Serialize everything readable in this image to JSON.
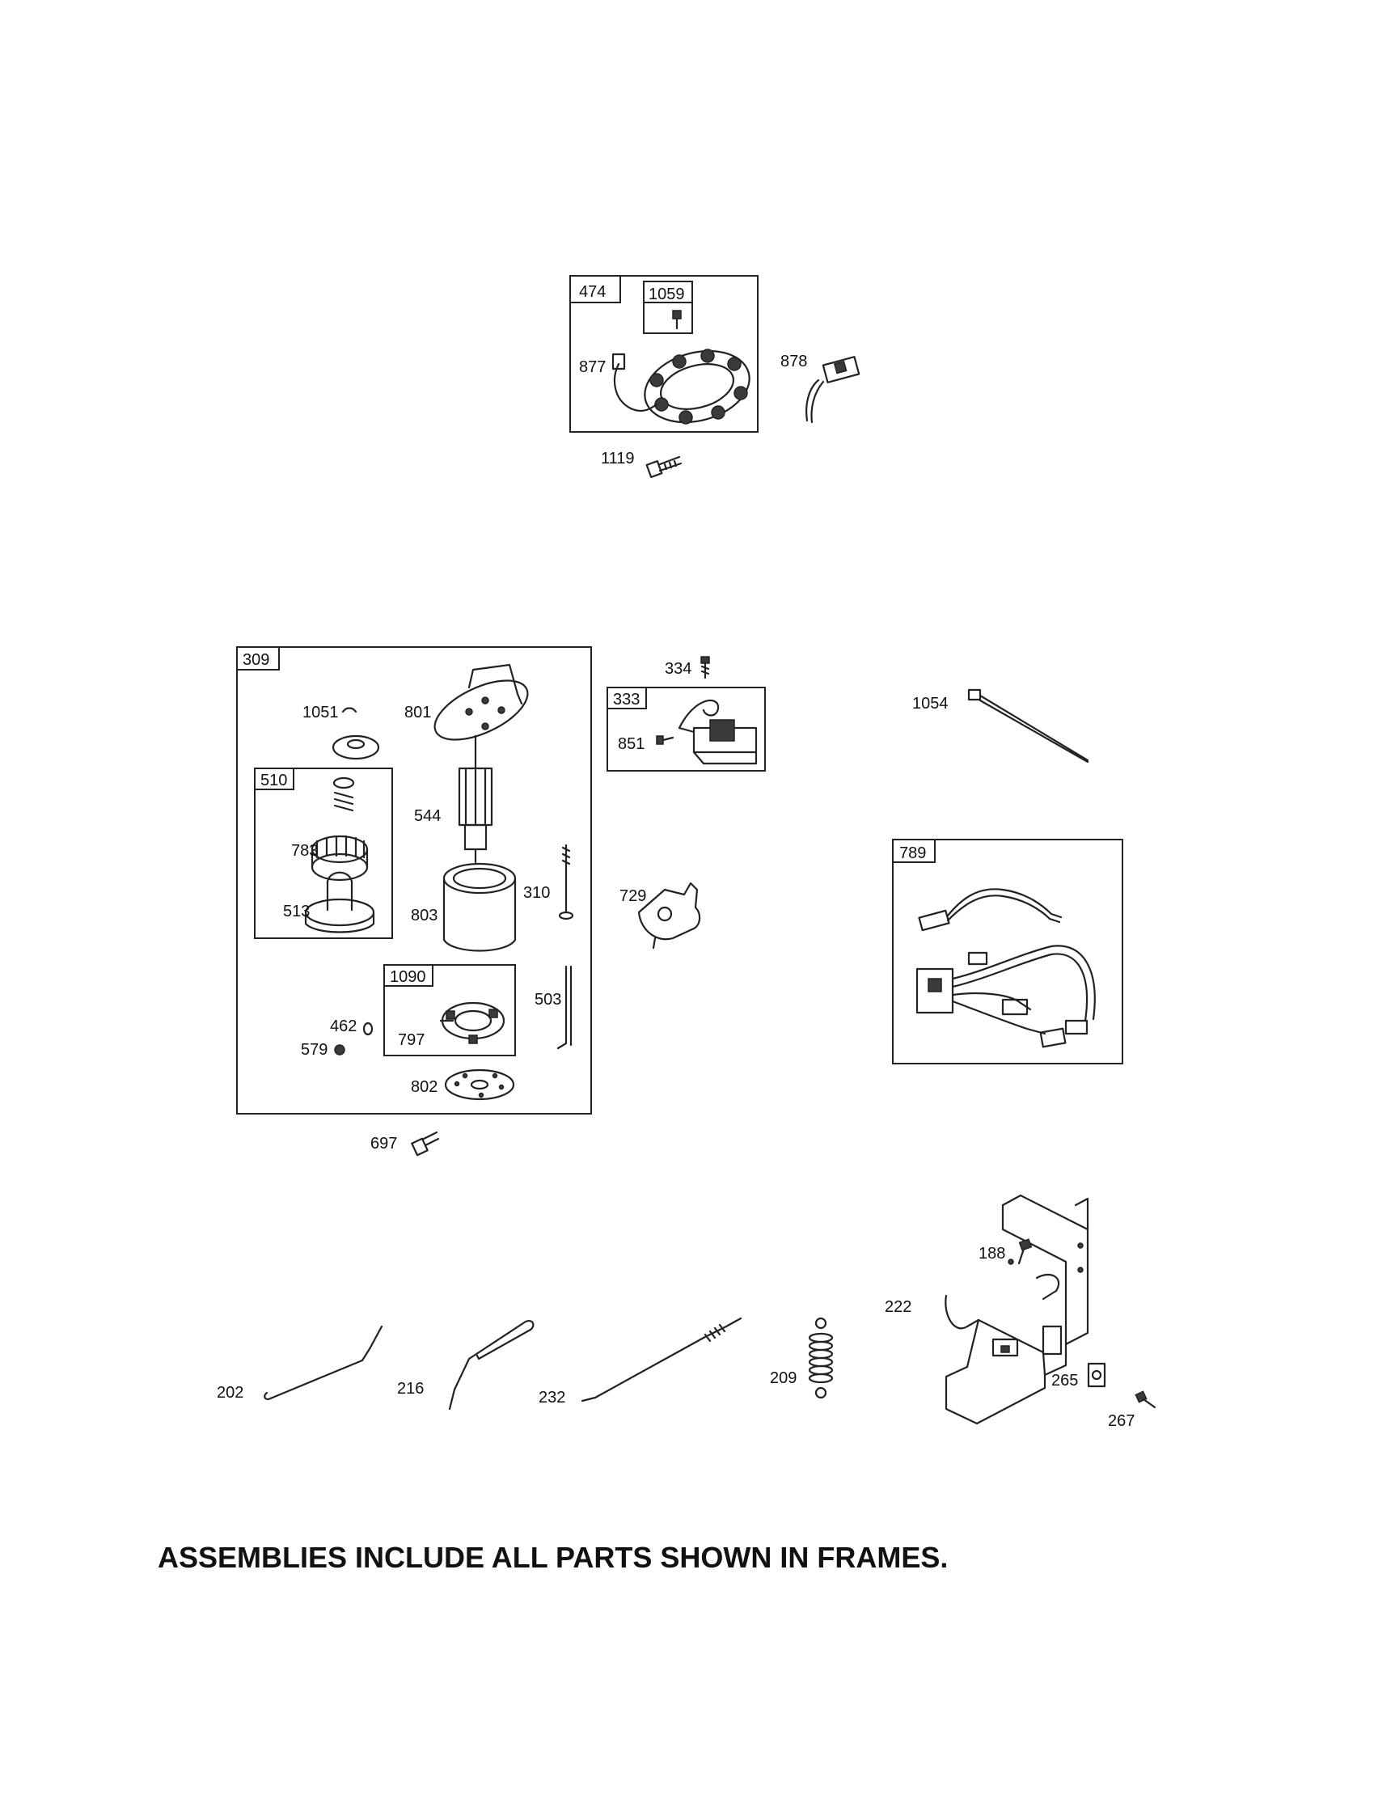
{
  "frames": [
    {
      "id": "474"
    },
    {
      "id": "1059"
    },
    {
      "id": "309"
    },
    {
      "id": "510"
    },
    {
      "id": "1090"
    },
    {
      "id": "333"
    },
    {
      "id": "789"
    }
  ],
  "callouts": [
    "877",
    "878",
    "1119",
    "1051",
    "801",
    "544",
    "783",
    "513",
    "803",
    "310",
    "729",
    "334",
    "851",
    "1054",
    "462",
    "579",
    "797",
    "802",
    "503",
    "697",
    "188",
    "222",
    "265",
    "267",
    "202",
    "216",
    "232",
    "209"
  ],
  "note": "ASSEMBLIES INCLUDE ALL PARTS SHOWN IN FRAMES."
}
